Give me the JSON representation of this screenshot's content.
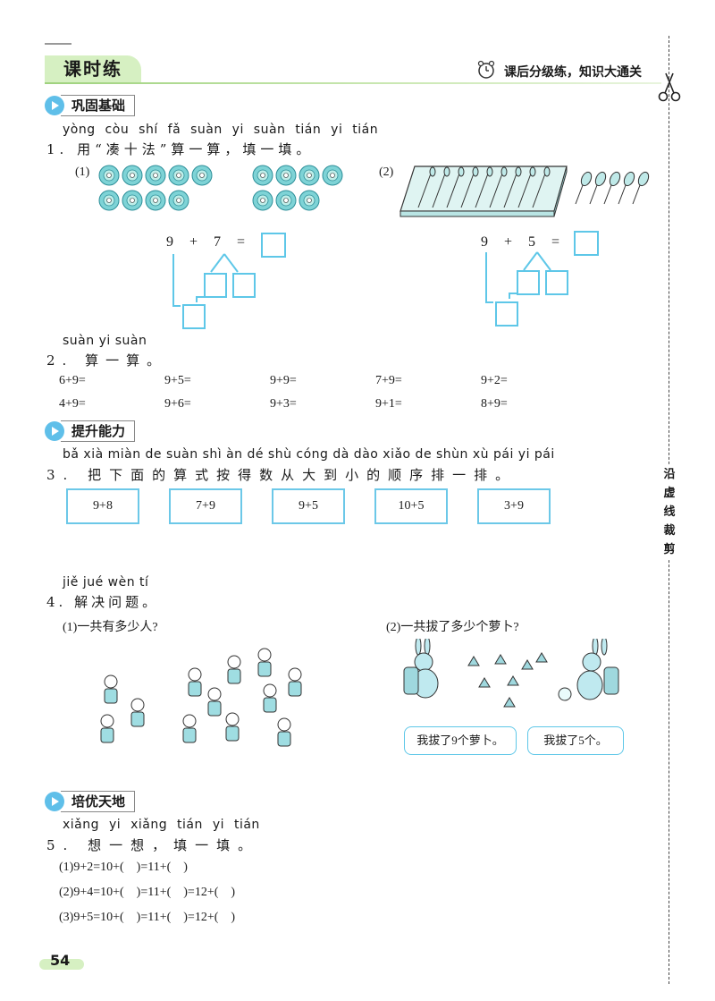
{
  "header": {
    "title": "课时练",
    "right_text": "课后分级练，知识大通关"
  },
  "sections": {
    "basic": "巩固基础",
    "improve": "提升能力",
    "advanced": "培优天地"
  },
  "q1": {
    "pinyin": "yòng còu shí fǎ  suàn yi suàn  tián yi tián",
    "text": "1.  用“凑十法”算一算，填一填。",
    "p1_label": "(1)",
    "p2_label": "(2)",
    "p1_eq": {
      "a": "9",
      "op": "+",
      "b": "7",
      "eq": "="
    },
    "p2_eq": {
      "a": "9",
      "op": "+",
      "b": "5",
      "eq": "="
    }
  },
  "q2": {
    "pinyin": "suàn yi suàn",
    "text": "2. 算一算。",
    "rows": [
      [
        "6+9=",
        "9+5=",
        "9+9=",
        "7+9=",
        "9+2="
      ],
      [
        "4+9=",
        "9+6=",
        "9+3=",
        "9+1=",
        "8+9="
      ]
    ]
  },
  "q3": {
    "pinyin": "bǎ xià miàn de suàn shì àn dé shù cóng dà dào xiǎo de shùn xù pái yi pái",
    "text": "3. 把下面的算式按得数从大到小的顺序排一排。",
    "boxes": [
      "9+8",
      "7+9",
      "9+5",
      "10+5",
      "3+9"
    ]
  },
  "q4": {
    "pinyin": "jiě jué wèn tí",
    "text": "4. 解决问题。",
    "p1": "(1)一共有多少人?",
    "p2": "(2)一共拔了多少个萝卜?",
    "bubble1": "我拔了9个萝卜。",
    "bubble2": "我拔了5个。"
  },
  "q5": {
    "pinyin": "xiǎng yi xiǎng  tián yi tián",
    "text": "5. 想一想，填一填。",
    "lines": [
      "(1)9+2=10+(    )=11+(    )",
      "(2)9+4=10+(    )=11+(    )=12+(    )",
      "(3)9+5=10+(    )=11+(    )=12+(    )"
    ]
  },
  "cut_label": "沿虚线裁剪",
  "page_number": "54",
  "colors": {
    "accent": "#5ec7e8",
    "green": "#d6f0c2",
    "section_icon": "#5fbfe9"
  }
}
